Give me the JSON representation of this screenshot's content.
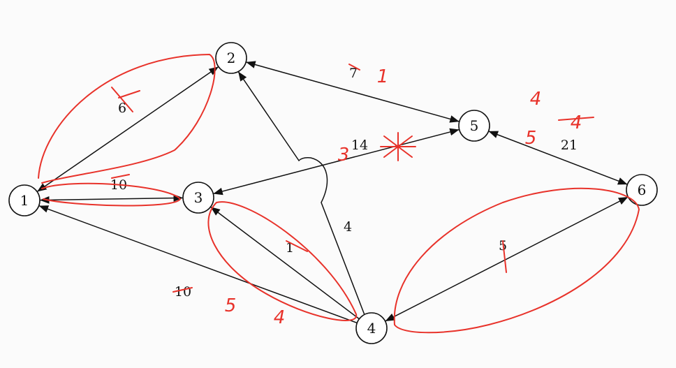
{
  "nodes": [
    {
      "id": "1",
      "label": "1"
    },
    {
      "id": "2",
      "label": "2"
    },
    {
      "id": "3",
      "label": "3"
    },
    {
      "id": "4",
      "label": "4"
    },
    {
      "id": "5",
      "label": "5"
    },
    {
      "id": "6",
      "label": "6"
    }
  ],
  "edges": [
    {
      "from": "1",
      "to": "2",
      "weight": "6",
      "both": true
    },
    {
      "from": "2",
      "to": "5",
      "weight": "7",
      "both": true
    },
    {
      "from": "1",
      "to": "3",
      "weight": "10",
      "both": true
    },
    {
      "from": "5",
      "to": "3",
      "weight": "14",
      "both": true
    },
    {
      "from": "4",
      "to": "2",
      "weight": "4",
      "both": false
    },
    {
      "from": "4",
      "to": "3",
      "weight": "1",
      "both": false
    },
    {
      "from": "4",
      "to": "1",
      "weight": "10",
      "both": false
    },
    {
      "from": "5",
      "to": "6",
      "weight": "21",
      "both": true
    },
    {
      "from": "6",
      "to": "4",
      "weight": "5",
      "both": true
    }
  ],
  "annotations": [
    "1",
    "3",
    "4",
    "5",
    "5",
    "4",
    "4"
  ],
  "colors": {
    "ink": "#111111",
    "annotation": "#e8322a"
  }
}
